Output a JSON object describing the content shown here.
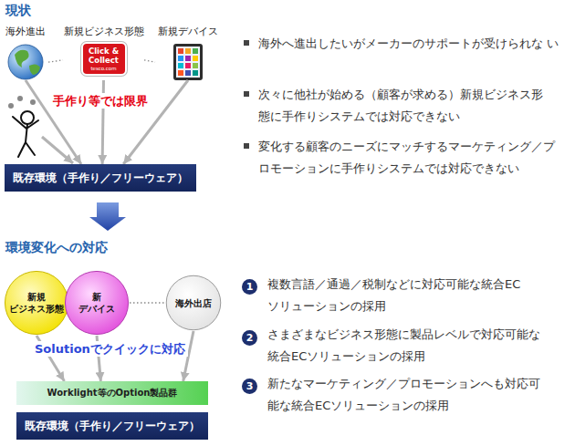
{
  "diagram": {
    "title": "現状",
    "nodes": [
      {
        "text": [
          "海外進出"
        ]
      },
      {
        "text": [
          "新規ビジネス形態",
          "Click & Collect",
          "tesco.com"
        ]
      },
      {
        "text": [
          "新規デバイス"
        ]
      },
      {
        "text": [
          "既存環境（手作り／フリーウェア）"
        ]
      },
      {
        "text": [
          "新規 ビジネス形態"
        ]
      },
      {
        "text": [
          "新 デバイス"
        ]
      },
      {
        "text": [
          "海外出店"
        ]
      },
      {
        "text": [
          "Worklight等のOption製品群"
        ]
      },
      {
        "text": [
          "既存環境（手作り／フリーウェア）"
        ]
      }
    ],
    "edges": [
      {
        "from": 0,
        "to": 1,
        "arrow": "none"
      },
      {
        "from": 1,
        "to": 2,
        "arrow": "none"
      },
      {
        "from": 0,
        "to": 3,
        "arrow": "to"
      },
      {
        "from": 1,
        "to": 3,
        "arrow": "to"
      },
      {
        "from": 2,
        "to": 3,
        "arrow": "to"
      },
      {
        "from": 5,
        "to": 6,
        "arrow": "none"
      },
      {
        "from": 4,
        "to": 7,
        "arrow": "to"
      },
      {
        "from": 5,
        "to": 7,
        "arrow": "to"
      },
      {
        "from": 6,
        "to": 7,
        "arrow": "to"
      }
    ],
    "labels": [
      "手作り等では限界",
      "海外へ進出したいがメーカーのサポートが受けられな い",
      "次々に他社が始める（顧客が求める）新規ビジネス形 態に手作りシステムでは対応できない",
      "変化する顧客のニーズにマッチするマーケティング／プ ロモーションに手作りシステムでは対応できない",
      "環境変化への対応",
      "Solutionでクイックに対応",
      "1",
      "複数言語／通過／税制などに対応可能な統合EC ソリューションの採用",
      "2",
      "さまざまなビジネス形態に製品レベルで対応可能な 統合ECソリューションの採用",
      "3",
      "新たなマーケティング／プロモーションへも対応可 能な統合ECソリューションの採用"
    ]
  }
}
